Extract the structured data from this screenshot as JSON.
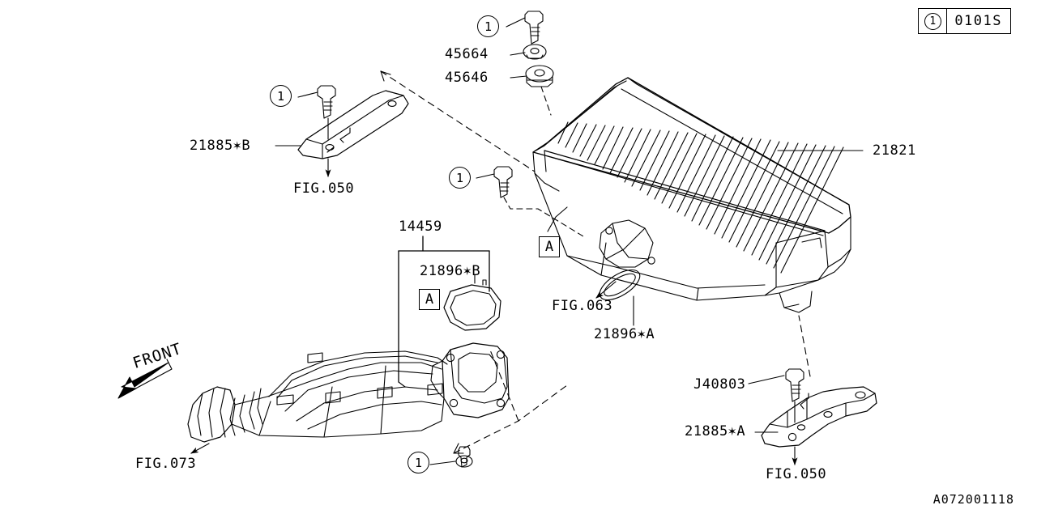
{
  "diagram": {
    "drawing_number": "A072001118",
    "code_badge": {
      "balloon": "1",
      "code": "0101S"
    },
    "orientation_marker": "FRONT",
    "reference_markers": [
      {
        "id": "ref-a-upper",
        "label": "A"
      },
      {
        "id": "ref-a-lower",
        "label": "A"
      }
    ],
    "balloons": [
      {
        "id": "balloon-bolt-bracket-b",
        "label": "1"
      },
      {
        "id": "balloon-bolt-top",
        "label": "1"
      },
      {
        "id": "balloon-bolt-mid",
        "label": "1"
      },
      {
        "id": "balloon-bolt-bottom",
        "label": "1"
      }
    ],
    "part_labels": [
      {
        "id": "part-21885b",
        "text": "21885✶B"
      },
      {
        "id": "part-fig050-left",
        "text": "FIG.050"
      },
      {
        "id": "part-45664",
        "text": "45664"
      },
      {
        "id": "part-45646",
        "text": "45646"
      },
      {
        "id": "part-21821",
        "text": "21821"
      },
      {
        "id": "part-14459",
        "text": "14459"
      },
      {
        "id": "part-21896b",
        "text": "21896✶B"
      },
      {
        "id": "part-fig063",
        "text": "FIG.063"
      },
      {
        "id": "part-21896a",
        "text": "21896✶A"
      },
      {
        "id": "part-j40803",
        "text": "J40803"
      },
      {
        "id": "part-21885a",
        "text": "21885✶A"
      },
      {
        "id": "part-fig050-right",
        "text": "FIG.050"
      },
      {
        "id": "part-fig073",
        "text": "FIG.073"
      }
    ],
    "components": {
      "intercooler": "21821",
      "bracket_upper": "21885✶B",
      "bracket_lower": "21885✶A",
      "duct": "14459",
      "gasket_b": "21896✶B",
      "gasket_a": "21896✶A",
      "grommet": "45646",
      "collar": "45664",
      "bolt": "J40803"
    },
    "colors": {
      "line": "#000000",
      "background": "#ffffff"
    }
  }
}
